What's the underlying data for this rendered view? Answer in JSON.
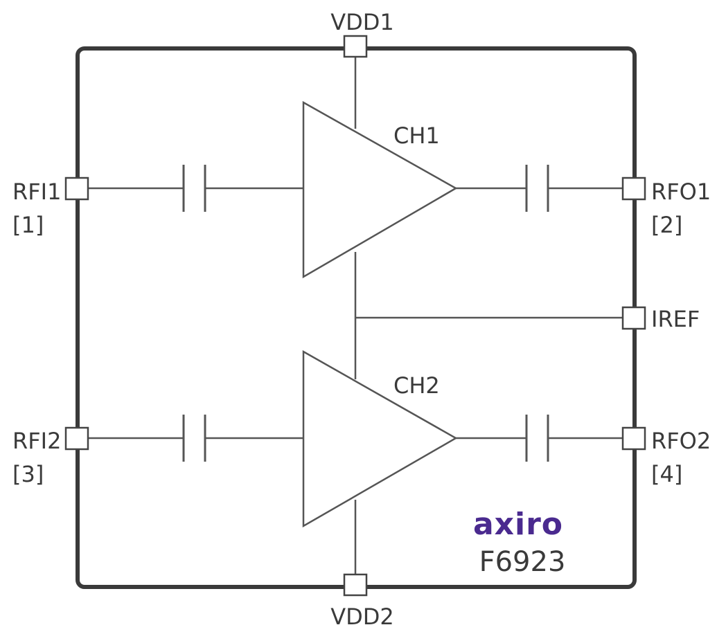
{
  "pins": {
    "vdd1": "VDD1",
    "vdd2": "VDD2",
    "rfi1": "RFI1",
    "rfi1_num": "[1]",
    "rfo1": "RFO1",
    "rfo1_num": "[2]",
    "rfi2": "RFI2",
    "rfi2_num": "[3]",
    "rfo2": "RFO2",
    "rfo2_num": "[4]",
    "iref": "IREF"
  },
  "channels": {
    "ch1": "CH1",
    "ch2": "CH2"
  },
  "brand": {
    "logo": "axiro",
    "part_number": "F6923",
    "logo_color": "#4a2a8f"
  }
}
